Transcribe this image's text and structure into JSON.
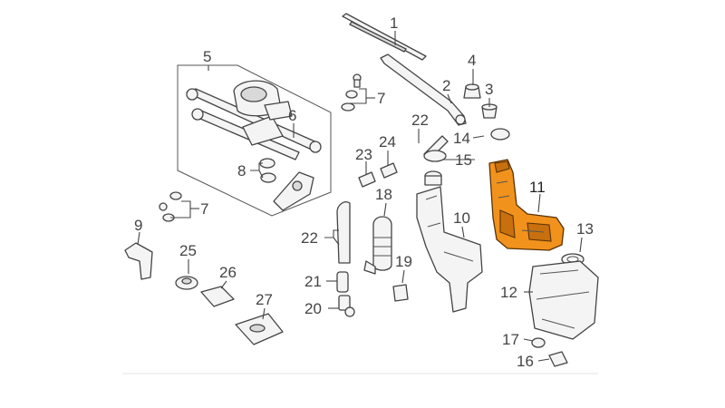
{
  "diagram": {
    "callouts": [
      "1",
      "2",
      "3",
      "4",
      "5",
      "6",
      "7",
      "7",
      "8",
      "9",
      "10",
      "11",
      "12",
      "13",
      "14",
      "15",
      "16",
      "17",
      "18",
      "19",
      "20",
      "21",
      "22",
      "22",
      "23",
      "24",
      "25",
      "26",
      "27"
    ],
    "highlight_color": "#f0921c",
    "line_color": "#444444"
  }
}
